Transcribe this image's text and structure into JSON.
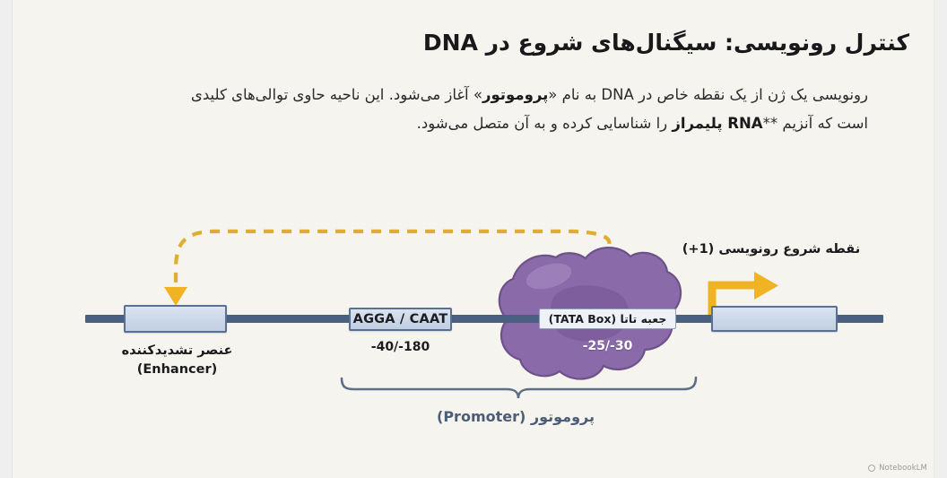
{
  "slide": {
    "title": "کنترل رونویسی: سیگنال‌های شروع در DNA",
    "paragraph_line1_a": "رونویسی یک ژن از یک نقطه خاص در DNA به نام «",
    "paragraph_bold1": "پروموتور",
    "paragraph_line1_b": "» آغاز می‌شود. این ناحیه حاوی توالی‌های کلیدی است که آنزیم **",
    "paragraph_bold2": "RNA پلیمراز",
    "paragraph_line1_c": " را شناسایی کرده و به آن متصل می‌شود."
  },
  "diagram": {
    "enhancer": {
      "fa": "عنصر تشدیدکننده",
      "en": "(Enhancer)"
    },
    "agga_box": {
      "label": "AGGA / CAAT",
      "position": "-40/-180"
    },
    "tata_box": {
      "label": "جعبه تاتا (TATA Box)",
      "position": "-25/-30"
    },
    "transcription_start": "نقطه شروع رونویسی (1+)",
    "promoter_bracket": "پروموتور (Promoter)"
  },
  "watermark": {
    "label": "NotebookLM",
    "icon": "notebooklm-circle-icon"
  },
  "colors": {
    "background": "#f6f4ee",
    "dna_line": "#4a6081",
    "box_fill": "#ccd7e8",
    "box_border": "#5a7093",
    "polymerase": "#8a6aa8",
    "accent_yellow": "#f0b323",
    "bracket": "#5d6e87"
  }
}
